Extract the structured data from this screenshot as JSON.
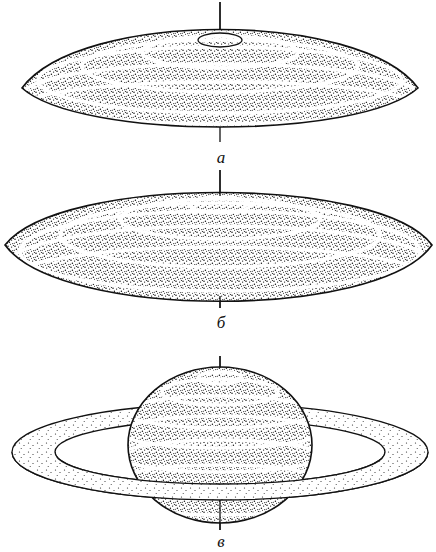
{
  "diagram": {
    "labels": [
      "а",
      "б",
      "в"
    ]
  }
}
